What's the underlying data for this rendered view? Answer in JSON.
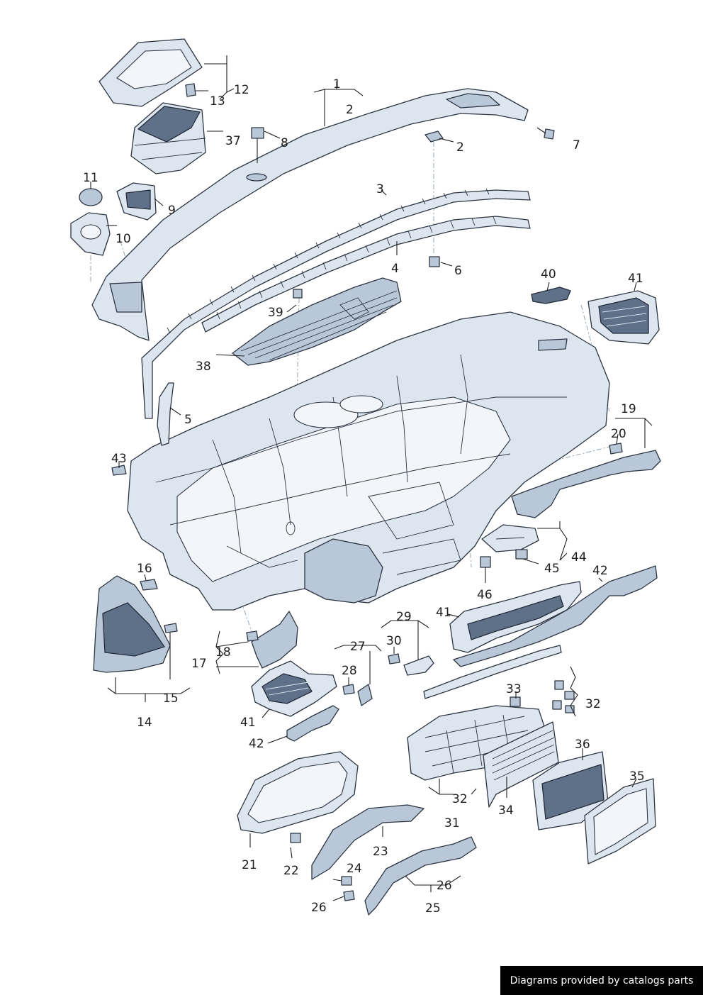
{
  "callouts": {
    "c1": "1",
    "c2a": "2",
    "c2b": "2",
    "c3": "3",
    "c4": "4",
    "c5": "5",
    "c6": "6",
    "c7": "7",
    "c8": "8",
    "c9": "9",
    "c10": "10",
    "c11": "11",
    "c12": "12",
    "c13": "13",
    "c14": "14",
    "c15": "15",
    "c16": "16",
    "c17": "17",
    "c18": "18",
    "c19": "19",
    "c20": "20",
    "c21": "21",
    "c22": "22",
    "c23": "23",
    "c24": "24",
    "c25": "25",
    "c26a": "26",
    "c26b": "26",
    "c27": "27",
    "c28": "28",
    "c29": "29",
    "c30": "30",
    "c31": "31",
    "c32a": "32",
    "c32b": "32",
    "c33": "33",
    "c34": "34",
    "c35": "35",
    "c36": "36",
    "c37": "37",
    "c38": "38",
    "c39": "39",
    "c40": "40",
    "c41a": "41",
    "c41b": "41",
    "c41c": "41",
    "c42a": "42",
    "c42b": "42",
    "c43": "43",
    "c44": "44",
    "c45": "45",
    "c46": "46"
  },
  "footer": {
    "credit": "Diagrams provided by catalogs parts"
  },
  "colors": {
    "part_fill": "#dde6ef",
    "part_shade": "#b9c8d8",
    "part_dark": "#5f7189",
    "line": "#2b3542"
  }
}
